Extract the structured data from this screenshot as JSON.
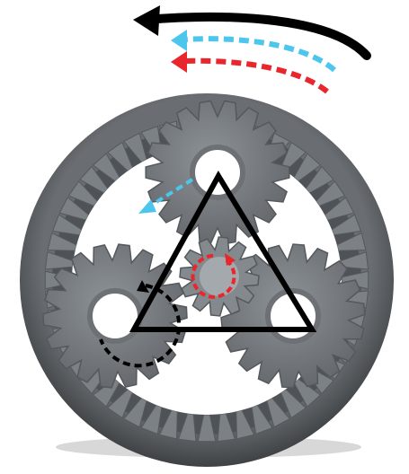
{
  "diagram": {
    "type": "planetary-gear-set",
    "components": {
      "ring_gear": {
        "teeth": 52,
        "color": "#5d6165"
      },
      "sun_gear": {
        "teeth": 12,
        "color": "#7d8286"
      },
      "planet_gears": {
        "count": 3,
        "teeth": 18,
        "color": "#7a7f83"
      },
      "carrier": {
        "shape": "triangle",
        "color": "#000000"
      }
    },
    "arrows": [
      {
        "name": "ring-rotation-arrow",
        "color": "#000000",
        "style": "solid",
        "direction": "counterclockwise"
      },
      {
        "name": "carrier-rotation-arrow",
        "color": "#4cc6ec",
        "style": "dashed",
        "direction": "counterclockwise"
      },
      {
        "name": "sun-rotation-arrow",
        "color": "#e8262b",
        "style": "dashed",
        "direction": "counterclockwise"
      },
      {
        "name": "planet-orbit-arrow",
        "color": "#4cc6ec",
        "style": "dashed"
      },
      {
        "name": "sun-spin-arrow",
        "color": "#e8262b",
        "style": "dashed",
        "direction": "clockwise"
      },
      {
        "name": "planet-spin-arrow",
        "color": "#000000",
        "style": "dashed",
        "direction": "clockwise"
      }
    ]
  }
}
